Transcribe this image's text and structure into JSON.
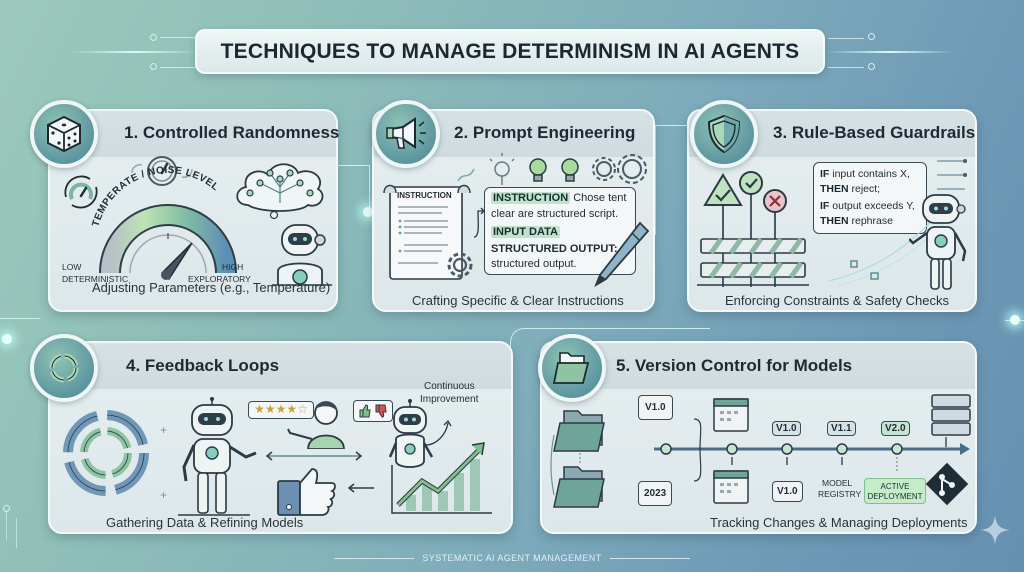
{
  "title": "TECHNIQUES TO MANAGE DETERMINISM IN AI AGENTS",
  "footer": "SYSTEMATIC AI AGENT MANAGEMENT",
  "colors": {
    "background_start": "#9cc9bb",
    "background_end": "#6690b0",
    "panel": "#e3ecee",
    "accent_green": "#a9d8b8",
    "accent_teal": "#5e96a0",
    "ink": "#1d2a33"
  },
  "panels": [
    {
      "number": 1,
      "title": "1. Controlled Randomness",
      "icon": "dice-icon",
      "caption": "Adjusting Parameters (e.g., Temperature)",
      "gauge": {
        "label": "TEMPERATE / NOISE LEVEL",
        "low_label": "LOW",
        "low_sub": "DETERMINISTIC",
        "high_label": "HIGH",
        "high_sub": "EXPLORATORY"
      }
    },
    {
      "number": 2,
      "title": "2. Prompt Engineering",
      "icon": "megaphone-icon",
      "caption": "Crafting Specific & Clear Instructions",
      "scroll_label": "INSTRUCTION",
      "prompt_card": {
        "instruction_tag": "INSTRUCTION",
        "instruction_text": "Chose tent",
        "line2": "clear are structured script.",
        "input_tag": "INPUT DATA",
        "output_label": "STRUCTURED OUTPUT:",
        "output_text": "structured  output."
      }
    },
    {
      "number": 3,
      "title": "3. Rule-Based Guardrails",
      "icon": "shield-icon",
      "caption": "Enforcing Constraints & Safety Checks",
      "rules": [
        {
          "keyword": "IF",
          "text": " input contains X,"
        },
        {
          "keyword": "THEN",
          "text": " reject;"
        },
        {
          "keyword": "IF",
          "text": " output exceeds Y,"
        },
        {
          "keyword": "THEN",
          "text": " rephrase"
        }
      ]
    },
    {
      "number": 4,
      "title": "4. Feedback Loops",
      "icon": "cycle-arrows-icon",
      "caption": "Gathering Data & Refining Models",
      "rating": "★★★★☆",
      "improvement_label_1": "Continuous",
      "improvement_label_2": "Improvement"
    },
    {
      "number": 5,
      "title": "5. Version Control for Models",
      "icon": "folders-icon",
      "caption": "Tracking Changes & Managing Deployments",
      "timeline": {
        "calendar_top_label": "V1.0",
        "calendar_bottom_label": "2023",
        "tags": [
          "V1.0",
          "V1.1",
          "V2.0"
        ],
        "bottom_card_label": "V1.0",
        "registry_label_1": "MODEL",
        "registry_label_2": "REGISTRY",
        "active_label_1": "ACTIVE",
        "active_label_2": "DEPLOYMENT"
      }
    }
  ]
}
